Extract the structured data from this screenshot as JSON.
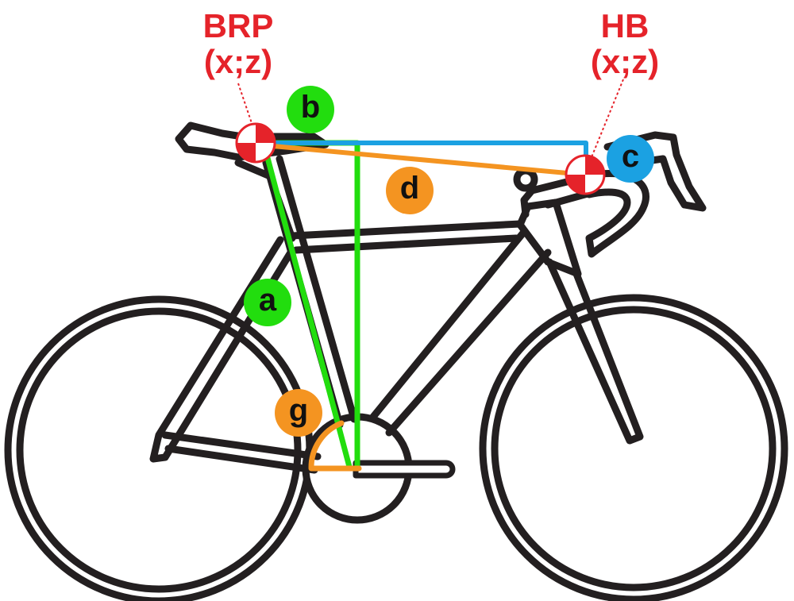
{
  "colors": {
    "outline": "#231f20",
    "green": "#22dd0e",
    "orange": "#f49421",
    "blue": "#1ba1e2",
    "red": "#e5232a",
    "background": "#ffffff"
  },
  "reference_points": {
    "brp": {
      "title": "BRP",
      "coords": "(x;z)"
    },
    "hb": {
      "title": "HB",
      "coords": "(x;z)"
    }
  },
  "markers": {
    "a": {
      "letter": "a",
      "color": "green"
    },
    "b": {
      "letter": "b",
      "color": "green"
    },
    "c": {
      "letter": "c",
      "color": "blue"
    },
    "d": {
      "letter": "d",
      "color": "orange"
    },
    "g": {
      "letter": "g",
      "color": "orange"
    }
  }
}
